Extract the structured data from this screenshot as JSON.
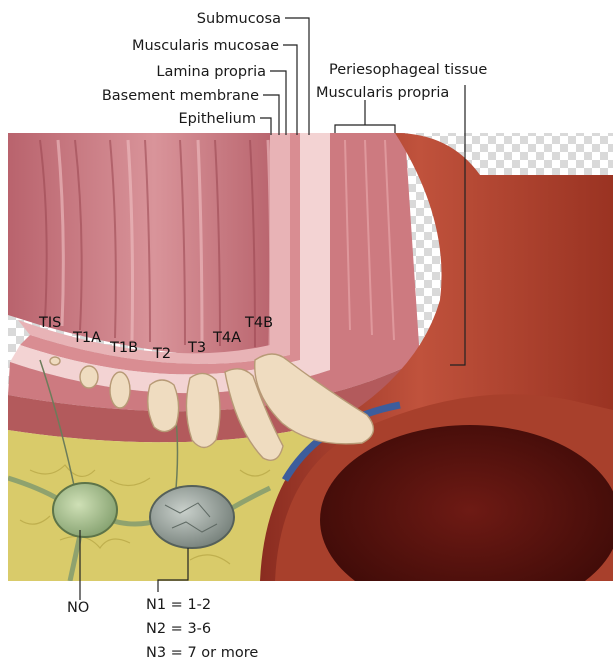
{
  "layer_labels": {
    "submucosa": "Submucosa",
    "muscularis_mucosae": "Muscularis mucosae",
    "lamina_propria": "Lamina propria",
    "basement_membrane": "Basement membrane",
    "epithelium": "Epithelium",
    "periesophageal_tissue": "Periesophageal tissue",
    "muscularis_propria": "Muscularis propria"
  },
  "tumor_stages": [
    "TIS",
    "T1A",
    "T1B",
    "T2",
    "T3",
    "T4A",
    "T4B"
  ],
  "node_labels": {
    "n0": "NO",
    "n1": "N1 = 1-2",
    "n2": "N2 = 3-6",
    "n3": "N3 = 7 or more"
  },
  "colors": {
    "mucosa": "#c9747e",
    "submucosa_pale": "#f3d3d3",
    "muscle": "#b35a5c",
    "vessel": "#a1392a",
    "fat": "#d9cb6a",
    "tumor": "#efdcc0",
    "vein": "#3d5d9c",
    "node_normal": "#9cb683",
    "node_positive": "#8e9891"
  }
}
